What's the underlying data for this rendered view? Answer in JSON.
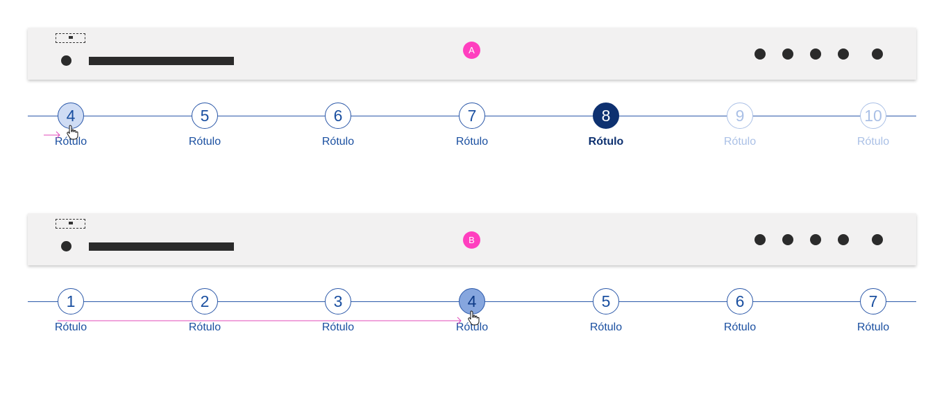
{
  "header_a": {
    "marker": "A"
  },
  "header_b": {
    "marker": "B"
  },
  "stepper_a": {
    "steps": [
      {
        "number": "4",
        "label": "Rótulo",
        "state": "hover"
      },
      {
        "number": "5",
        "label": "Rótulo",
        "state": "default"
      },
      {
        "number": "6",
        "label": "Rótulo",
        "state": "default"
      },
      {
        "number": "7",
        "label": "Rótulo",
        "state": "default"
      },
      {
        "number": "8",
        "label": "Rótulo",
        "state": "active"
      },
      {
        "number": "9",
        "label": "Rótulo",
        "state": "disabled"
      },
      {
        "number": "10",
        "label": "Rótulo",
        "state": "disabled"
      }
    ]
  },
  "stepper_b": {
    "steps": [
      {
        "number": "1",
        "label": "Rótulo",
        "state": "default"
      },
      {
        "number": "2",
        "label": "Rótulo",
        "state": "default"
      },
      {
        "number": "3",
        "label": "Rótulo",
        "state": "default"
      },
      {
        "number": "4",
        "label": "Rótulo",
        "state": "hover-strong"
      },
      {
        "number": "5",
        "label": "Rótulo",
        "state": "default"
      },
      {
        "number": "6",
        "label": "Rótulo",
        "state": "default"
      },
      {
        "number": "7",
        "label": "Rótulo",
        "state": "default"
      }
    ]
  },
  "colors": {
    "primary": "#1a4fa0",
    "active": "#0e3170",
    "disabled": "#aac0e6",
    "marker": "#ff3fbf",
    "header_bg": "#f2f1f1"
  }
}
